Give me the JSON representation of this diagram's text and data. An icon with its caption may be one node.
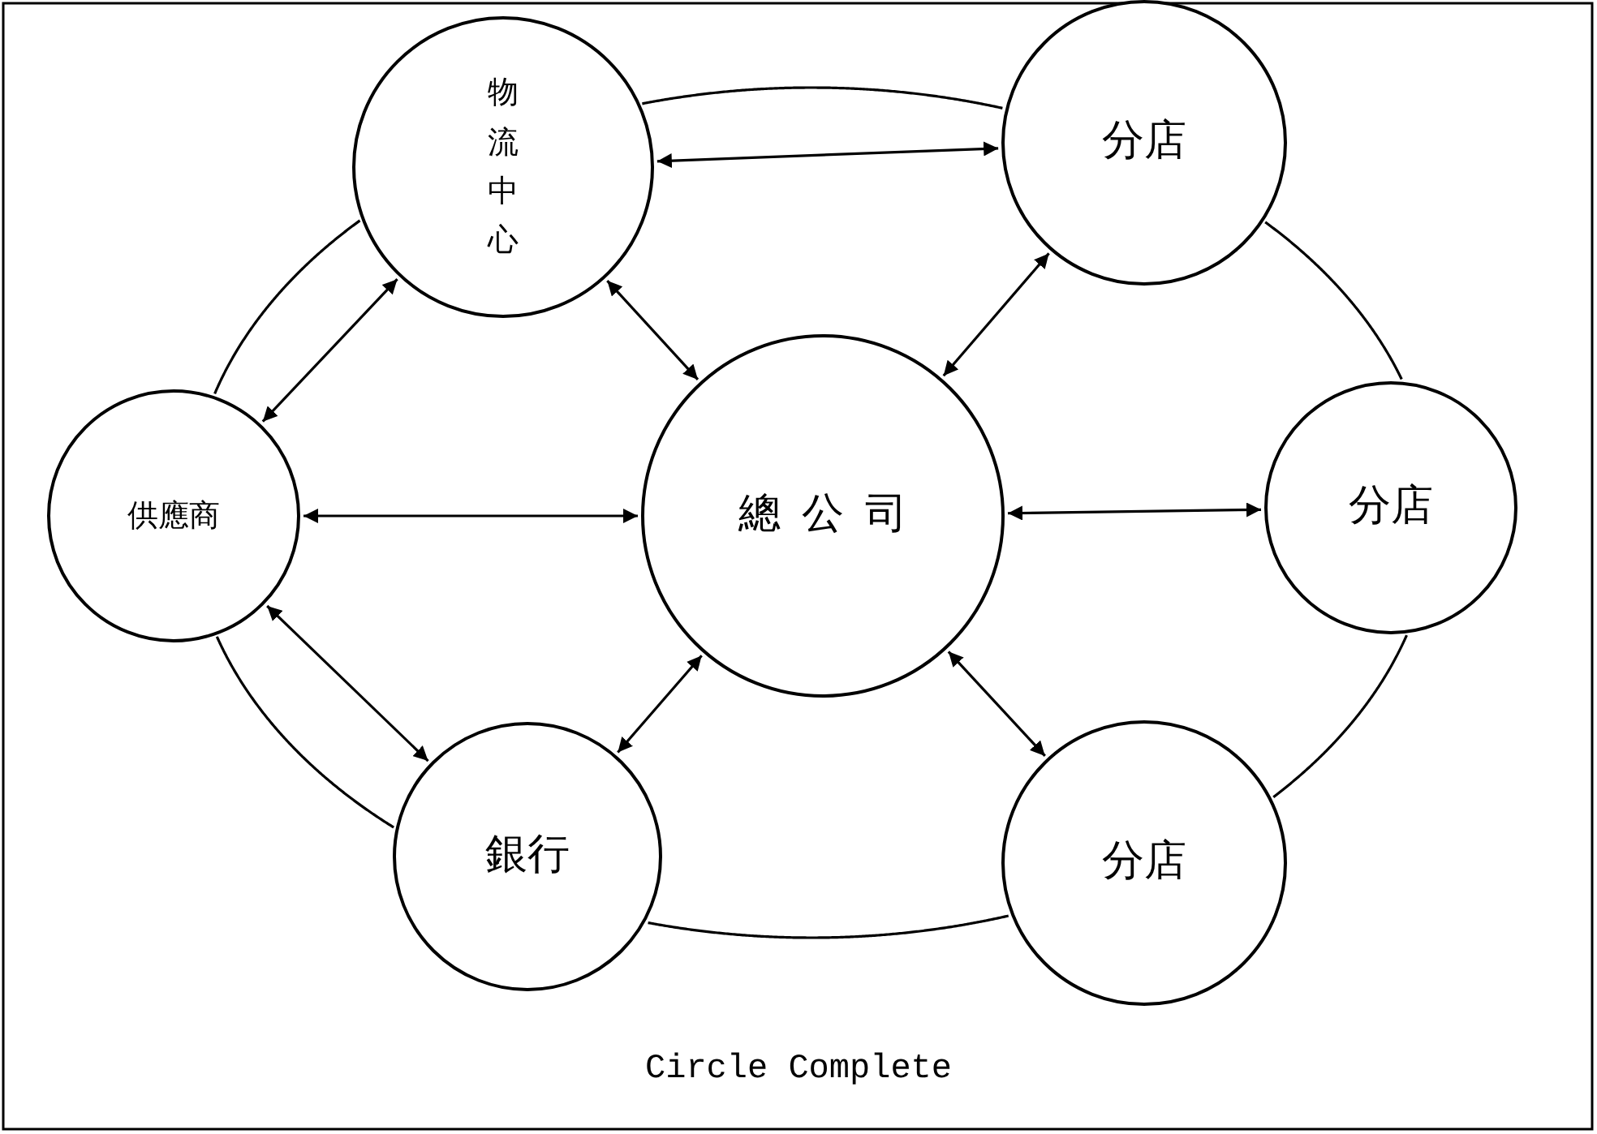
{
  "diagram": {
    "caption": "Circle Complete",
    "nodes": [
      {
        "text": [
          "物流中心"
        ]
      },
      {
        "text": [
          "分店"
        ]
      },
      {
        "text": [
          "總公司"
        ]
      },
      {
        "text": [
          "供應商"
        ]
      },
      {
        "text": [
          "分店"
        ]
      },
      {
        "text": [
          "銀行"
        ]
      },
      {
        "text": [
          "分店"
        ]
      }
    ],
    "edges": [
      {
        "from": 0,
        "to": 1,
        "arrow": "both"
      },
      {
        "from": 0,
        "to": 3,
        "arrow": "both"
      },
      {
        "from": 0,
        "to": 2,
        "arrow": "both"
      },
      {
        "from": 1,
        "to": 2,
        "arrow": "both"
      },
      {
        "from": 3,
        "to": 2,
        "arrow": "both"
      },
      {
        "from": 2,
        "to": 4,
        "arrow": "both"
      },
      {
        "from": 3,
        "to": 5,
        "arrow": "both"
      },
      {
        "from": 5,
        "to": 2,
        "arrow": "both"
      },
      {
        "from": 2,
        "to": 6,
        "arrow": "both"
      },
      {
        "from": 0,
        "to": 1,
        "arrow": "none"
      },
      {
        "from": 1,
        "to": 4,
        "arrow": "none"
      },
      {
        "from": 4,
        "to": 6,
        "arrow": "none"
      },
      {
        "from": 6,
        "to": 5,
        "arrow": "none"
      },
      {
        "from": 5,
        "to": 3,
        "arrow": "none"
      },
      {
        "from": 3,
        "to": 0,
        "arrow": "none"
      }
    ]
  }
}
